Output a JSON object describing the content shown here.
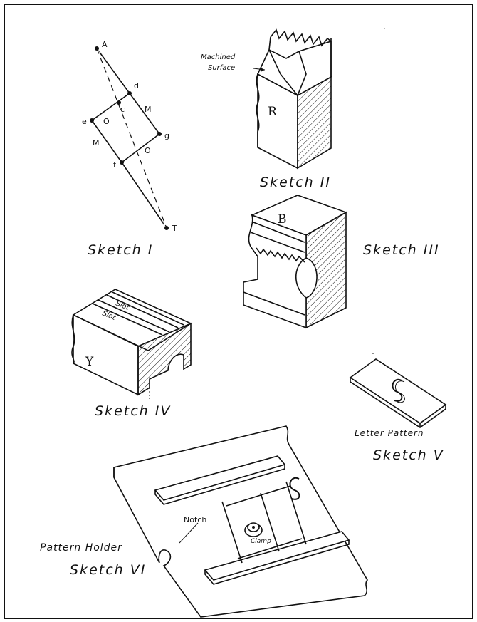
{
  "sketch1": {
    "caption": "Sketch I",
    "points": {
      "A": "A",
      "d": "d",
      "c": "c",
      "M1": "M",
      "e": "e",
      "O": "O",
      "g": "g",
      "M2": "M",
      "O2": "O",
      "f": "f",
      "T": "T"
    }
  },
  "sketch2": {
    "caption": "Sketch II",
    "note1": "Machined",
    "note2": "Surface",
    "block": "R"
  },
  "sketch3": {
    "caption": "Sketch III",
    "block": "B"
  },
  "sketch4": {
    "caption": "Sketch IV",
    "slot1": "Slot",
    "slot2": "Slot",
    "block": "Y"
  },
  "sketch5": {
    "caption1": "Letter Pattern",
    "caption2": "Sketch V"
  },
  "sketch6": {
    "caption1": "Pattern Holder",
    "caption2": "Sketch VI",
    "notch": "Notch",
    "clamp": "Clamp"
  }
}
